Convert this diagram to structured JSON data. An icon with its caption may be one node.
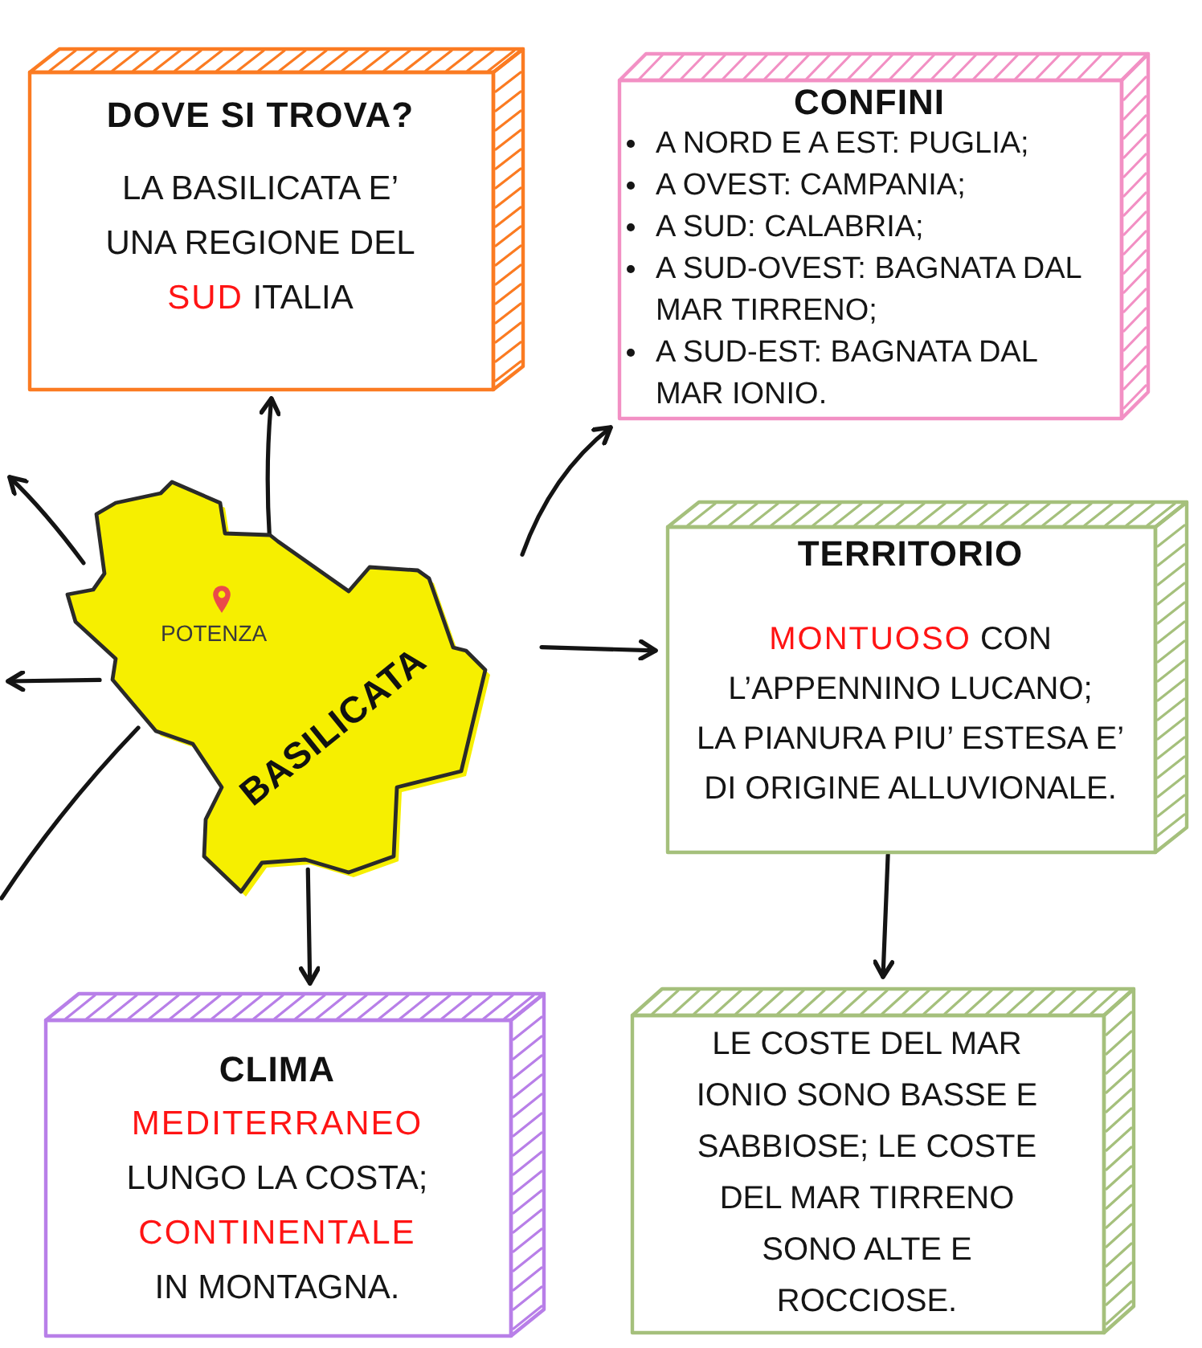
{
  "diagram": {
    "nodes": [
      {
        "text": [
          "DOVE SI TROVA?",
          "LA BASILICATA E’ UNA REGIONE DEL **SUD** ITALIA"
        ]
      },
      {
        "text": [
          "CONFINI",
          "A NORD E A EST: PUGLIA;",
          "A OVEST: CAMPANIA;",
          "A SUD: CALABRIA;",
          "A SUD-OVEST: BAGNATA DAL MAR TIRRENO;",
          "A SUD-EST: BAGNATA DAL MAR IONIO."
        ]
      },
      {
        "text": [
          "POTENZA",
          "BASILICATA"
        ]
      },
      {
        "text": [
          "TERRITORIO",
          "**MONTUOSO** CON L’APPENNINO LUCANO;",
          "LA PIANURA PIU’ ESTESA E’ DI ORIGINE ALLUVIONALE."
        ]
      },
      {
        "text": [
          "CLIMA",
          "**MEDITERRANEO** LUNGO LA COSTA; **CONTINENTALE** IN MONTAGNA."
        ]
      },
      {
        "text": [
          "LE COSTE DEL MAR IONIO SONO BASSE E SABBIOSE; LE COSTE DEL MAR TIRRENO SONO ALTE E ROCCIOSE."
        ]
      }
    ],
    "edges": [
      {
        "from": 2,
        "to": 0,
        "arrow": "to"
      },
      {
        "from": 2,
        "to": 1,
        "arrow": "to"
      },
      {
        "from": 2,
        "to": 3,
        "arrow": "to"
      },
      {
        "from": 2,
        "to": 4,
        "arrow": "to"
      },
      {
        "from": 3,
        "to": 5,
        "arrow": "to"
      },
      {
        "from": 2,
        "to": null,
        "arrow": "to"
      },
      {
        "from": 2,
        "to": null,
        "arrow": "to"
      },
      {
        "from": 2,
        "to": null,
        "arrow": "none"
      }
    ]
  }
}
